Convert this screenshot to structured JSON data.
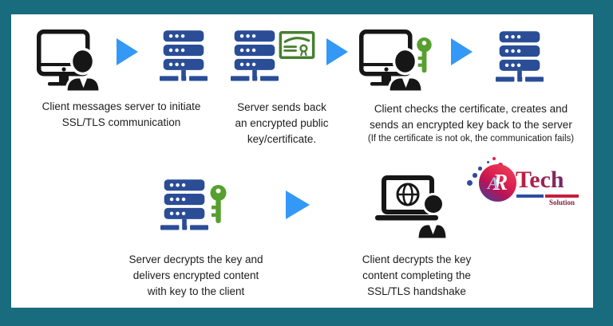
{
  "frame": {
    "border_color": "#186c7e",
    "panel_color": "#ffffff"
  },
  "palette": {
    "server_blue": "#2a4d96",
    "arrow_blue": "#3398f6",
    "cert_green": "#45802f",
    "key_green": "#57a02f",
    "icon_black": "#161616",
    "text_color": "#1d1d1d",
    "logo_red": "#dd2150",
    "logo_blue": "#2f4da0"
  },
  "icons": {
    "client_desktop": "desktop-user-icon",
    "server": "server-rack-icon",
    "certificate": "certificate-icon",
    "key": "key-icon",
    "arrow": "arrow-right-icon",
    "client_laptop": "laptop-user-icon",
    "globe": "globe-icon"
  },
  "steps": [
    {
      "caption": "Client messages server to initiate\nSSL/TLS communication"
    },
    {
      "caption": "Server sends back\nan encrypted public\nkey/certificate."
    },
    {
      "caption": "Client checks the certificate, creates and\nsends an encrypted key back to the server",
      "note": "(If the certificate is not ok, the communication fails)"
    },
    {
      "caption": "Server decrypts the key and\ndelivers encrypted content\nwith key to the client"
    },
    {
      "caption": "Client decrypts the key\ncontent completing the\nSSL/TLS handshake"
    }
  ],
  "logo": {
    "monogram_a": "A",
    "monogram_r": "R",
    "brand": "Tech",
    "subtitle": "Solution"
  }
}
